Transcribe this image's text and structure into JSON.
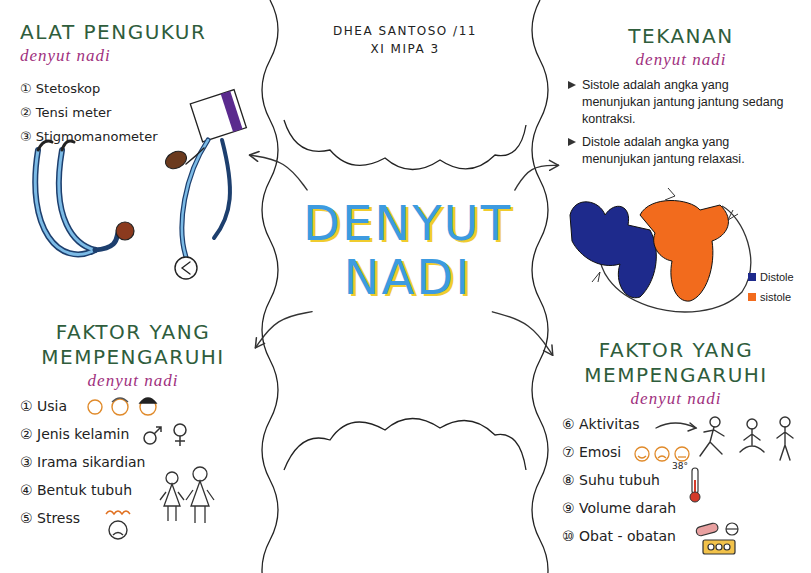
{
  "diagram": {
    "nodes": [
      {
        "text": [
          "DENYUT NADI"
        ]
      },
      {
        "text": [
          "ALAT PENGUKUR",
          "denyut nadi",
          "① Stetoskop",
          "② Tensi meter",
          "③ Stigmomanometer"
        ]
      },
      {
        "text": [
          "TEKANAN",
          "denyut nadi",
          "Sistole adalah angka yang menunjukan jantung jantung sedang kontraksi.",
          "Distole adalah angka yang menunjukan jantung relaxasi."
        ]
      },
      {
        "text": [
          "FAKTOR YANG MEMPENGARUHI",
          "denyut nadi",
          "① Usia",
          "② Jenis kelamin",
          "③ Irama sikardian",
          "④ Bentuk tubuh",
          "⑤ Stress"
        ]
      },
      {
        "text": [
          "FAKTOR YANG MEMPENGARUHI",
          "denyut nadi",
          "⑥ Aktivitas",
          "⑦ Emosi",
          "⑧ Suhu tubuh",
          "⑨ Volume darah",
          "⑩ Obat - obatan"
        ]
      }
    ],
    "edges": [
      {
        "from": 0,
        "to": 1,
        "arrow": "to"
      },
      {
        "from": 0,
        "to": 2,
        "arrow": "to"
      },
      {
        "from": 0,
        "to": 3,
        "arrow": "to"
      },
      {
        "from": 0,
        "to": 4,
        "arrow": "to"
      }
    ],
    "labels": [
      "DHEA SANTOSO /11",
      "XI MIPA 3",
      "38°"
    ],
    "legend": [
      {
        "text": "Distole",
        "color": "#1e2a8c"
      },
      {
        "text": "sistole",
        "color": "#f26b1d"
      }
    ]
  }
}
